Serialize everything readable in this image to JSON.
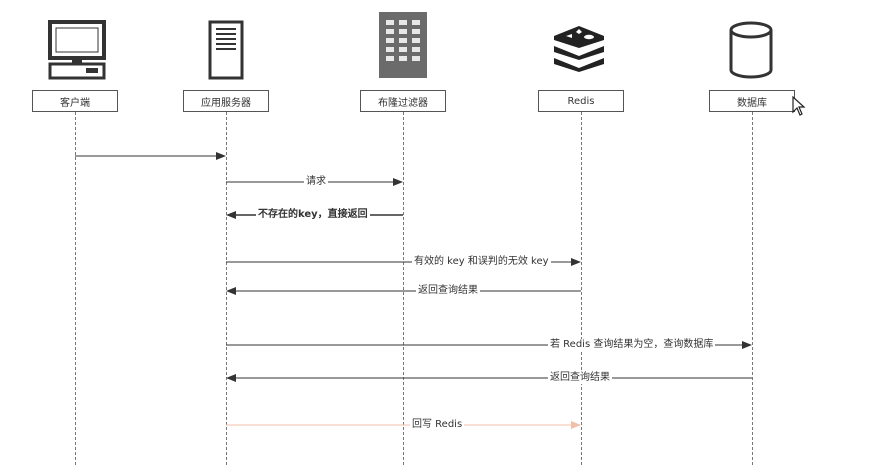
{
  "participants": [
    {
      "id": "client",
      "label": "客户端",
      "icon": "computer-icon"
    },
    {
      "id": "app",
      "label": "应用服务器",
      "icon": "server-icon"
    },
    {
      "id": "bloom",
      "label": "布隆过滤器",
      "icon": "filter-building-icon"
    },
    {
      "id": "redis",
      "label": "Redis",
      "icon": "redis-logo-icon"
    },
    {
      "id": "db",
      "label": "数据库",
      "icon": "database-icon"
    }
  ],
  "messages": [
    {
      "from": "client",
      "to": "app",
      "label": "",
      "bold": false,
      "color": "#333333"
    },
    {
      "from": "app",
      "to": "bloom",
      "label": "请求",
      "bold": false,
      "color": "#333333"
    },
    {
      "from": "bloom",
      "to": "app",
      "label": "不存在的key，直接返回",
      "bold": true,
      "color": "#333333"
    },
    {
      "from": "app",
      "to": "redis",
      "label": "有效的 key 和误判的无效 key",
      "bold": false,
      "color": "#333333"
    },
    {
      "from": "redis",
      "to": "app",
      "label": "返回查询结果",
      "bold": false,
      "color": "#333333"
    },
    {
      "from": "app",
      "to": "db",
      "label": "若 Redis 查询结果为空，查询数据库",
      "bold": false,
      "color": "#333333"
    },
    {
      "from": "db",
      "to": "app",
      "label": "返回查询结果",
      "bold": false,
      "color": "#333333"
    },
    {
      "from": "app",
      "to": "redis",
      "label": "回写 Redis",
      "bold": false,
      "color": "#f0c0a8"
    }
  ]
}
